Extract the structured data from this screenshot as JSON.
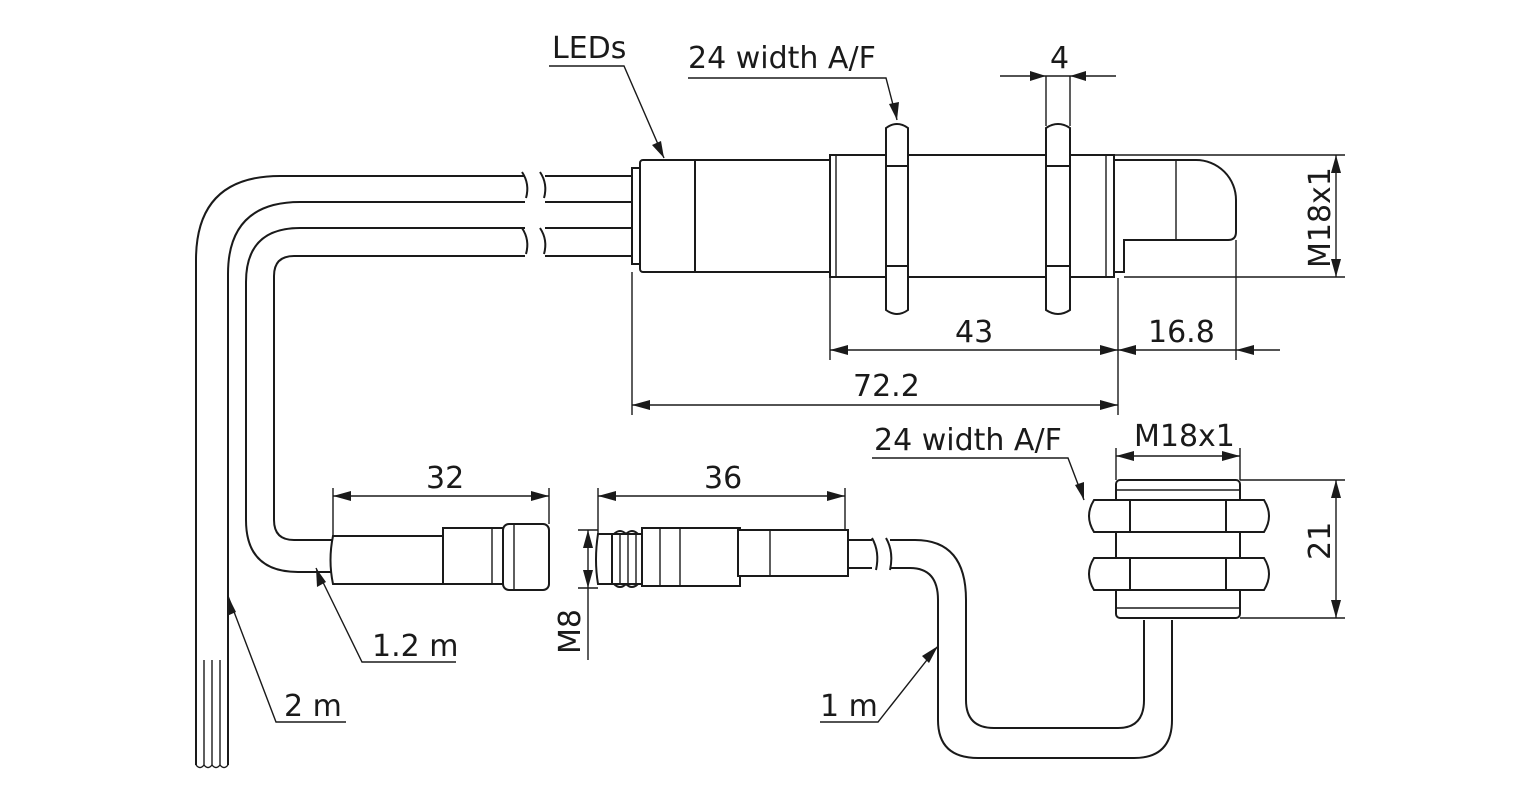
{
  "labels": {
    "leds": "LEDs",
    "wrench_top": "24 width A/F",
    "wrench_bottom": "24 width A/F",
    "thread_bottom": "M18x1",
    "thread_side": "M18x1",
    "connector_m8": "M8",
    "cable_2m": "2 m",
    "cable_1_2m": "1.2 m",
    "cable_1m": "1 m"
  },
  "dimensions": {
    "nut_thickness": "4",
    "thread_length": "43",
    "lens_length": "16.8",
    "total_length": "72.2",
    "plug_length": "32",
    "socket_length": "36",
    "nut_height": "21"
  }
}
